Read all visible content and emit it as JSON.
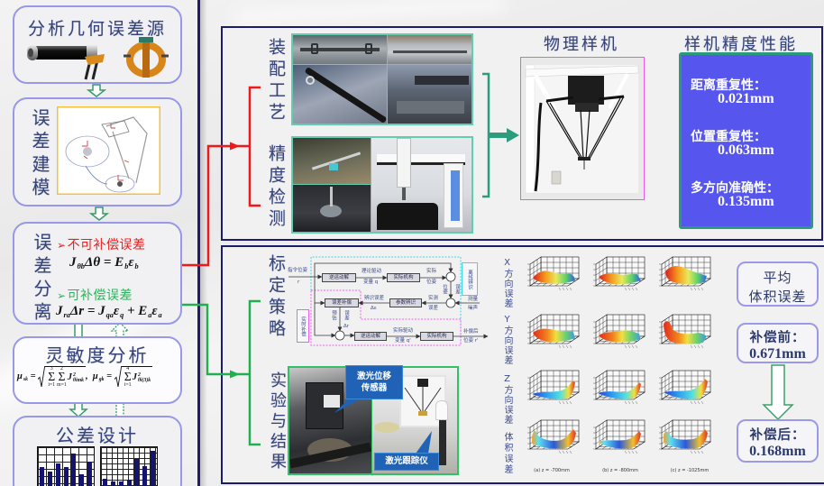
{
  "left_column": {
    "source_analysis": {
      "title": "分析几何误差源"
    },
    "error_modeling": {
      "title": "误差建模"
    },
    "error_separation": {
      "title": "误差分离",
      "uncompensable": {
        "marker": "➢",
        "label": "不可补偿误差",
        "formula": [
          {
            "t": "J",
            "sub": "θb"
          },
          {
            "t": "Δθ"
          },
          {
            "t": " = "
          },
          {
            "t": "E",
            "sub": "b"
          },
          {
            "t": "ε",
            "sub": "b"
          }
        ]
      },
      "compensable": {
        "marker": "➢",
        "label": "可补偿误差",
        "formula": [
          {
            "t": "J",
            "sub": "ra"
          },
          {
            "t": "Δr"
          },
          {
            "t": " = "
          },
          {
            "t": "J",
            "sub": "qa"
          },
          {
            "t": "ε",
            "sub": "q"
          },
          {
            "t": " + "
          },
          {
            "t": "E",
            "sub": "a"
          },
          {
            "t": "ε",
            "sub": "a"
          }
        ]
      }
    },
    "sensitivity": {
      "title": "灵敏度分析",
      "formula": [
        {
          "t": "μ",
          "sub": "sk"
        },
        {
          "t": " = "
        },
        {
          "sqrt": [
            {
              "sum": "Σ",
              "sup": "3",
              "sub": "i=1"
            },
            {
              "sum": "Σ",
              "sup": "2",
              "sub": "m=1"
            },
            {
              "t": "J",
              "sup": "2",
              "sub": "θimk"
            }
          ]
        },
        {
          "t": ",  "
        },
        {
          "t": "μ",
          "sub": "gk"
        },
        {
          "t": " = "
        },
        {
          "sqrt": [
            {
              "sum": "Σ",
              "sup": "4",
              "sub": "i=1"
            },
            {
              "t": "J",
              "sup": "2",
              "sub": "θi(3)k"
            }
          ]
        }
      ]
    },
    "tolerance": {
      "title": "公差设计",
      "bar_charts": [
        {
          "values": [
            0.63,
            0.55,
            0.7,
            0.63,
            0.88,
            0.5,
            0.73
          ]
        },
        {
          "values": [
            0.42,
            0.37,
            0.37,
            0.4,
            0.78,
            0.65,
            0.93
          ]
        }
      ]
    }
  },
  "top_panel": {
    "assembly_label": "装配工艺",
    "inspection_label": "精度检测",
    "prototype_title": "物理样机",
    "performance_title": "样机精度性能",
    "performance": [
      {
        "label": "距离重复性：",
        "value": "0.021mm"
      },
      {
        "label": "位置重复性：",
        "value": "0.063mm"
      },
      {
        "label": "多方向准确性：",
        "value": "0.135mm"
      }
    ]
  },
  "bottom_panel": {
    "calibration_label": "标定策略",
    "experiment_label": "实验与结果",
    "block_diagram": {
      "offline_identification": "离线辨识",
      "realtime_compensation": "实时补偿",
      "blocks": {
        "inverse_kinematics_1": "逆运动解",
        "actual_mechanism_1": "实际机构",
        "error_compensation": "误差补偿",
        "parameter_identification": "参数辨识",
        "inverse_kinematics_2": "逆运动解",
        "actual_mechanism_2": "实际机构"
      },
      "labels": {
        "command_pose": [
          "指令位姿",
          "r"
        ],
        "theoretical_drive": [
          "理论驱动",
          "变量 q"
        ],
        "actual_pose": [
          "实际",
          "位姿"
        ],
        "pose_error": [
          "位姿",
          "误差"
        ],
        "measurement_noise": [
          "测量",
          "噪声"
        ],
        "measured_error": [
          "实测",
          "误差"
        ],
        "identified_error": [
          "辨识误差",
          "Δε"
        ],
        "predicted_error": [
          "预估",
          "误差",
          "Δr"
        ],
        "actual_drive": [
          "实际驱动",
          "变量 q'"
        ],
        "compensated_pose": [
          "补偿后",
          "位姿 r'"
        ]
      }
    },
    "callouts": {
      "laser_sensor": [
        "激光位移",
        "传感器"
      ],
      "laser_tracker": "激光跟踪仪"
    },
    "error_plots": {
      "row_labels": [
        "X方向误差",
        "Y方向误差",
        "Z方向误差",
        "体积误差"
      ],
      "captions": [
        "(a) z = -700mm",
        "(b) z = -800mm",
        "(c) z = -1025mm"
      ]
    },
    "summary": {
      "title": [
        "平均",
        "体积误差"
      ],
      "before": {
        "label": "补偿前：",
        "value": "0.671mm"
      },
      "after": {
        "label": "补偿后：",
        "value": "0.168mm"
      }
    }
  }
}
